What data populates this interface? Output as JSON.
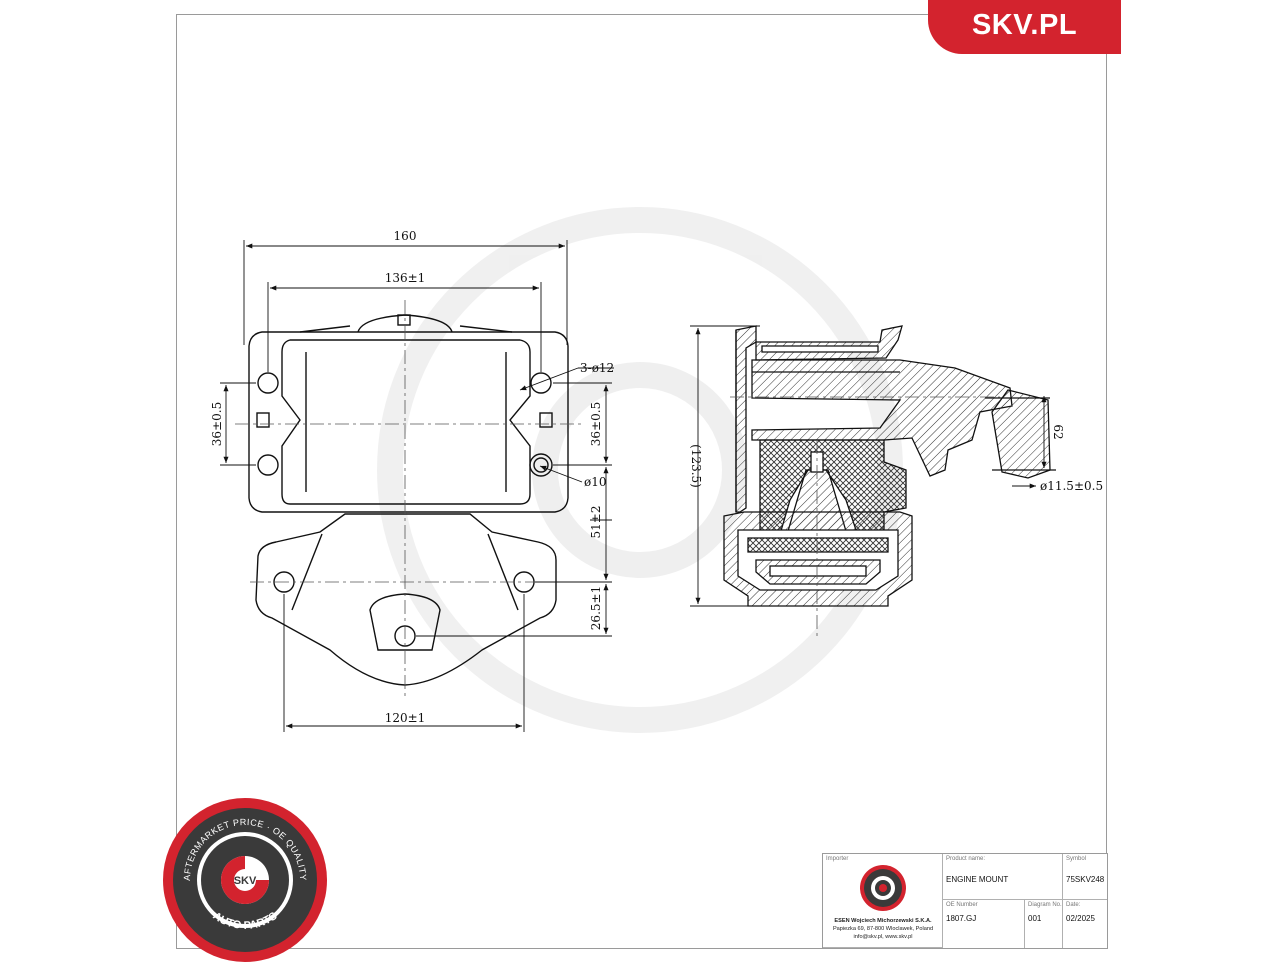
{
  "brand": {
    "name": "SKV.PL",
    "color": "#d3232e"
  },
  "badge": {
    "ring_top_text": "AFTERMARKET PRICE · OE QUALITY",
    "ring_bottom_text": "AUTO PARTS",
    "center_text": "SKV"
  },
  "drawing": {
    "dimensions": {
      "overall_width": "160",
      "hole_spacing": "136±1",
      "left_vertical": "36±0.5",
      "right_vertical": "36±0.5",
      "holes": "3-ø12",
      "bore": "ø10",
      "height_a": "51±2",
      "height_b": "26.5±1",
      "base_width": "120±1",
      "side_height": "(123.5)",
      "arm_width": "62",
      "arm_bore": "ø11.5±0.5"
    }
  },
  "title_block": {
    "importer_label": "Importer",
    "importer_name": "ESEN Wojciech Michorzewski S.K.A.",
    "importer_address": "Papiezka 69, 87-800 Wloclawek, Poland",
    "importer_contact": "info@skv.pl, www.skv.pl",
    "product_label": "Product name:",
    "product_name": "ENGINE MOUNT",
    "symbol_label": "Symbol",
    "symbol_value": "75SKV248",
    "oe_label": "OE Number",
    "oe_value": "1807.GJ",
    "diagram_label": "Diagram No.",
    "diagram_value": "001",
    "date_label": "Date:",
    "date_value": "02/2025"
  }
}
